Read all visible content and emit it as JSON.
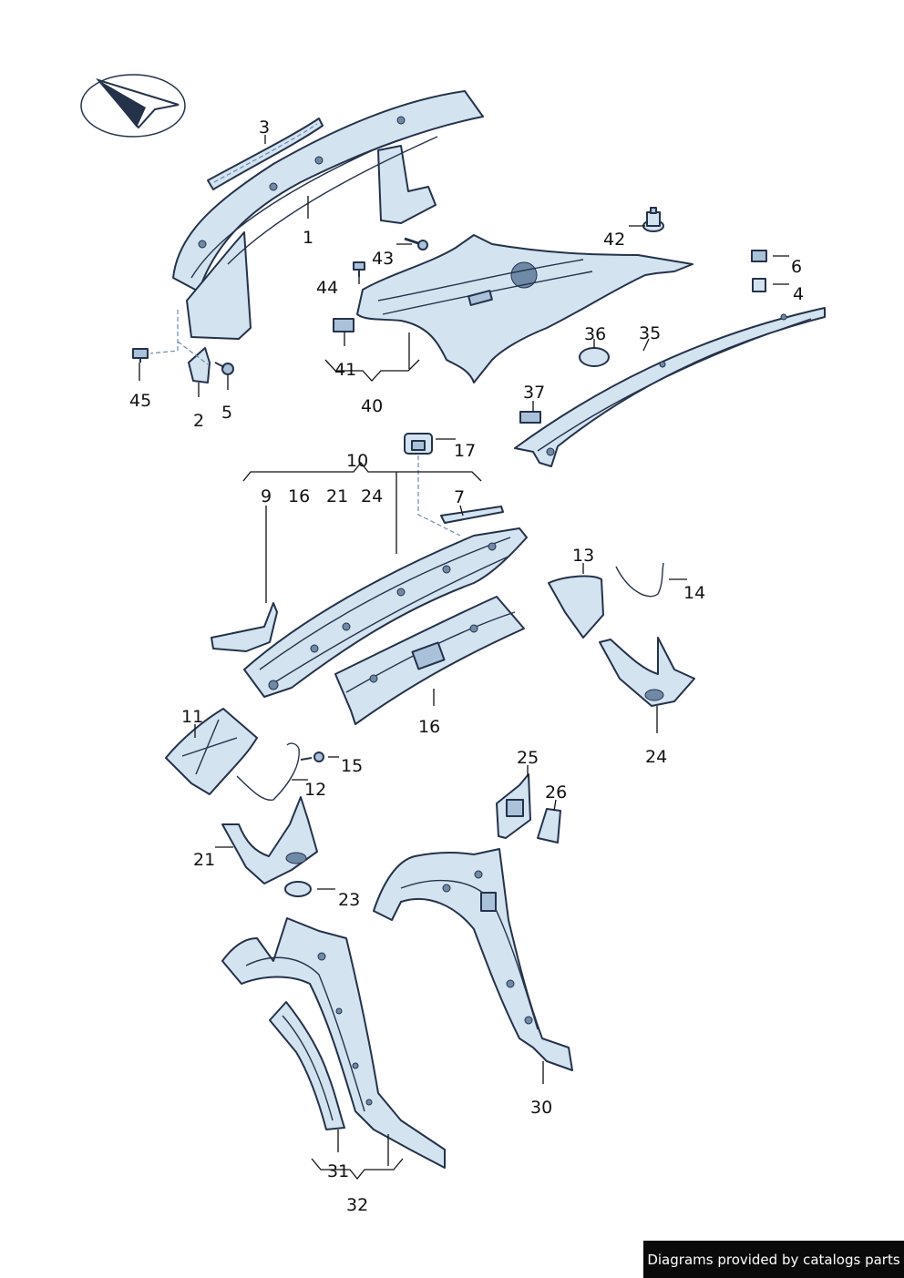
{
  "callouts": {
    "c1": "1",
    "c2": "2",
    "c3": "3",
    "c4": "4",
    "c5": "5",
    "c6": "6",
    "c7": "7",
    "c9": "9",
    "c10": "10",
    "c11": "11",
    "c12": "12",
    "c13": "13",
    "c14": "14",
    "c15": "15",
    "c16a": "16",
    "c16b": "16",
    "c17": "17",
    "c21a": "21",
    "c21b": "21",
    "c23": "23",
    "c24a": "24",
    "c24b": "24",
    "c25": "25",
    "c26": "26",
    "c30": "30",
    "c31": "31",
    "c32": "32",
    "c35": "35",
    "c36": "36",
    "c37": "37",
    "c40": "40",
    "c41": "41",
    "c42": "42",
    "c43": "43",
    "c44": "44",
    "c45": "45"
  },
  "footer": {
    "text": "Diagrams provided by catalogs parts"
  },
  "colors": {
    "part_fill": "#d4e3f0",
    "outline": "#24324a",
    "footer_bg": "#0a0a0a"
  }
}
